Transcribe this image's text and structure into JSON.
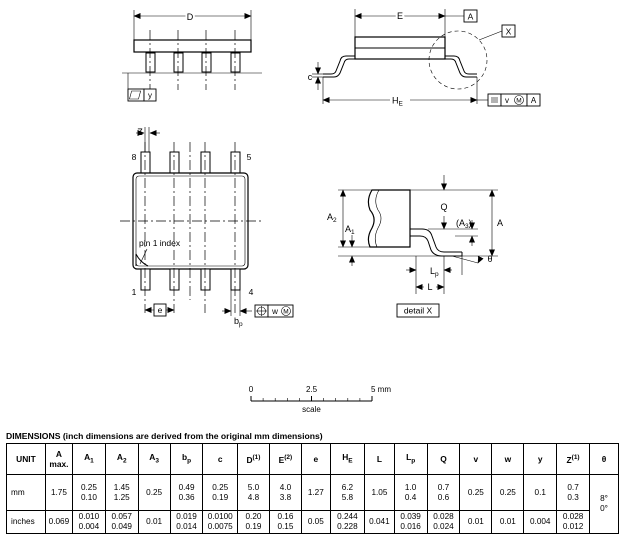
{
  "labels": {
    "D": "D",
    "E": "E",
    "A_box": "A",
    "X_box": "X",
    "c": "c",
    "HE_main": "H",
    "HE_sub": "E",
    "y_flag": "y",
    "v_flag": "v",
    "M_flag": "M",
    "A_flag": "A",
    "Z": "Z",
    "pin8": "8",
    "pin5": "5",
    "pin1": "1",
    "pin4": "4",
    "pin1_index": "pin 1 index",
    "e_box": "e",
    "bp_main": "b",
    "bp_sub": "p",
    "w_flag": "w",
    "M2_flag": "M",
    "A2_main": "A",
    "A2_sub": "2",
    "A1_main": "A",
    "A1_sub": "1",
    "Q": "Q",
    "A3_main": "(A",
    "A3_sub": "3",
    "A3_close": ")",
    "A_side": "A",
    "theta": "θ",
    "Lp_main": "L",
    "Lp_sub": "p",
    "L": "L",
    "detail_X": "detail X"
  },
  "scale": {
    "tick_0": "0",
    "tick_2_5": "2.5",
    "tick_5": "5 mm",
    "caption": "scale"
  },
  "dimensions": {
    "title": "DIMENSIONS (inch dimensions are derived from the original mm dimensions)",
    "headers": [
      {
        "main": "UNIT",
        "sub": "",
        "sup": ""
      },
      {
        "main": "A",
        "sub": "",
        "sup": "",
        "line2": "max."
      },
      {
        "main": "A",
        "sub": "1",
        "sup": ""
      },
      {
        "main": "A",
        "sub": "2",
        "sup": ""
      },
      {
        "main": "A",
        "sub": "3",
        "sup": ""
      },
      {
        "main": "b",
        "sub": "p",
        "sup": ""
      },
      {
        "main": "c",
        "sub": "",
        "sup": ""
      },
      {
        "main": "D",
        "sub": "",
        "sup": "(1)"
      },
      {
        "main": "E",
        "sub": "",
        "sup": "(2)"
      },
      {
        "main": "e",
        "sub": "",
        "sup": ""
      },
      {
        "main": "H",
        "sub": "E",
        "sup": ""
      },
      {
        "main": "L",
        "sub": "",
        "sup": ""
      },
      {
        "main": "L",
        "sub": "p",
        "sup": ""
      },
      {
        "main": "Q",
        "sub": "",
        "sup": ""
      },
      {
        "main": "v",
        "sub": "",
        "sup": ""
      },
      {
        "main": "w",
        "sub": "",
        "sup": ""
      },
      {
        "main": "y",
        "sub": "",
        "sup": ""
      },
      {
        "main": "Z",
        "sub": "",
        "sup": "(1)"
      },
      {
        "main": "θ",
        "sub": "",
        "sup": ""
      }
    ],
    "rows": [
      {
        "unit": "mm",
        "cells": [
          [
            "1.75"
          ],
          [
            "0.25",
            "0.10"
          ],
          [
            "1.45",
            "1.25"
          ],
          [
            "0.25"
          ],
          [
            "0.49",
            "0.36"
          ],
          [
            "0.25",
            "0.19"
          ],
          [
            "5.0",
            "4.8"
          ],
          [
            "4.0",
            "3.8"
          ],
          [
            "1.27"
          ],
          [
            "6.2",
            "5.8"
          ],
          [
            "1.05"
          ],
          [
            "1.0",
            "0.4"
          ],
          [
            "0.7",
            "0.6"
          ],
          [
            "0.25"
          ],
          [
            "0.25"
          ],
          [
            "0.1"
          ],
          [
            "0.7",
            "0.3"
          ]
        ],
        "theta": [
          "8°",
          "0°"
        ]
      },
      {
        "unit": "inches",
        "cells": [
          [
            "0.069"
          ],
          [
            "0.010",
            "0.004"
          ],
          [
            "0.057",
            "0.049"
          ],
          [
            "0.01"
          ],
          [
            "0.019",
            "0.014"
          ],
          [
            "0.0100",
            "0.0075"
          ],
          [
            "0.20",
            "0.19"
          ],
          [
            "0.16",
            "0.15"
          ],
          [
            "0.05"
          ],
          [
            "0.244",
            "0.228"
          ],
          [
            "0.041"
          ],
          [
            "0.039",
            "0.016"
          ],
          [
            "0.028",
            "0.024"
          ],
          [
            "0.01"
          ],
          [
            "0.01"
          ],
          [
            "0.004"
          ],
          [
            "0.028",
            "0.012"
          ]
        ]
      }
    ]
  }
}
